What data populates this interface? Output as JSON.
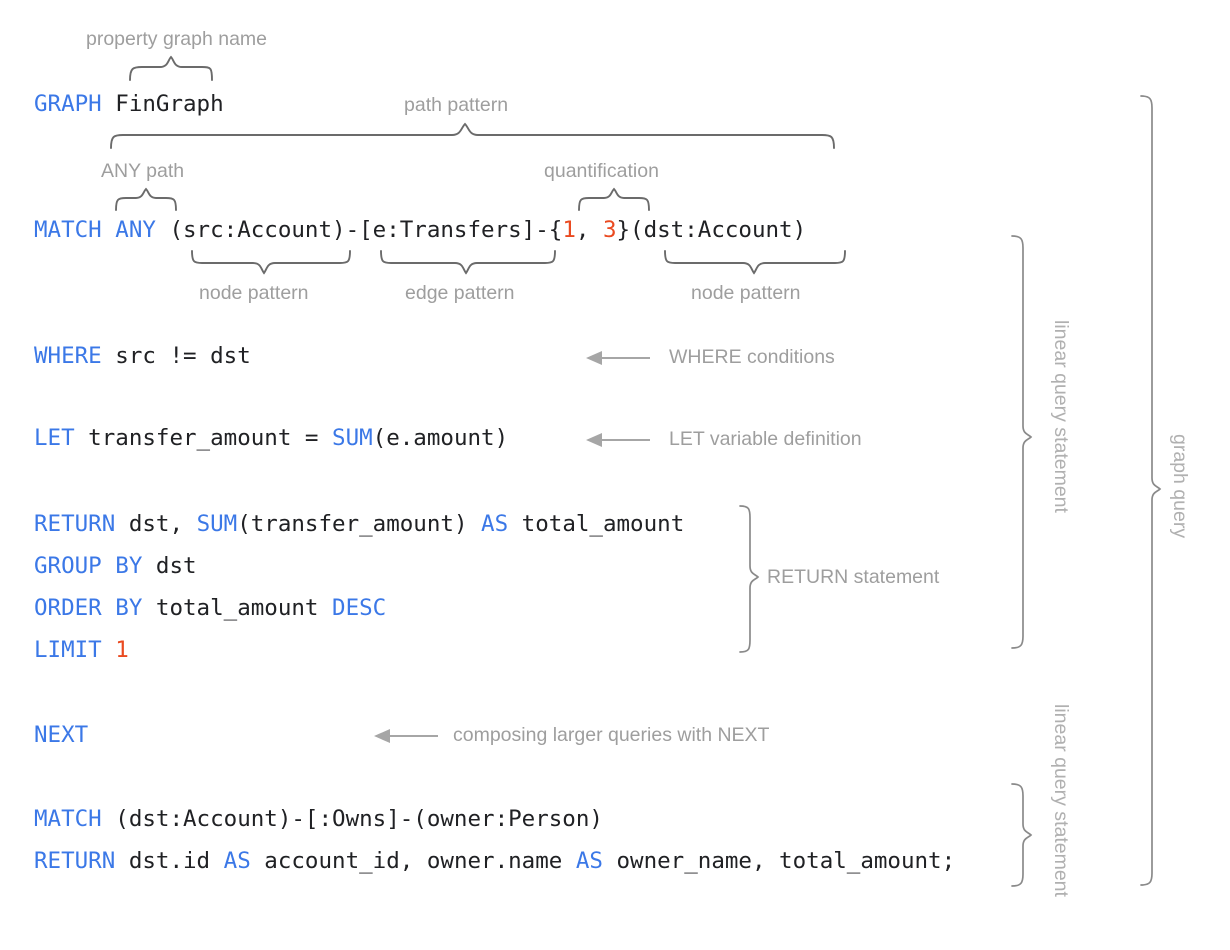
{
  "meta": {
    "title": "GQL graph query anatomy diagram",
    "colors": {
      "keyword": "#3b78e7",
      "literal": "#ea4a20",
      "identifier": "#202124",
      "annotation": "#9e9e9e",
      "brace": "#6b6b6b",
      "background": "#ffffff"
    }
  },
  "code": {
    "lines": [
      {
        "id": "graph-line",
        "tokens": [
          {
            "t": "GRAPH",
            "k": "kw"
          },
          {
            "t": " FinGraph",
            "k": "pl"
          }
        ]
      },
      {
        "id": "match-line",
        "tokens": [
          {
            "t": "MATCH",
            "k": "kw"
          },
          {
            "t": " ",
            "k": "pl"
          },
          {
            "t": "ANY",
            "k": "kw"
          },
          {
            "t": " (src:Account)-[e:Transfers]-{",
            "k": "pl"
          },
          {
            "t": "1",
            "k": "num"
          },
          {
            "t": ", ",
            "k": "pl"
          },
          {
            "t": "3",
            "k": "num"
          },
          {
            "t": "}(dst:Account)",
            "k": "pl"
          }
        ]
      },
      {
        "id": "where-line",
        "tokens": [
          {
            "t": "WHERE",
            "k": "kw"
          },
          {
            "t": " src != dst",
            "k": "pl"
          }
        ]
      },
      {
        "id": "let-line",
        "tokens": [
          {
            "t": "LET",
            "k": "kw"
          },
          {
            "t": " transfer_amount = ",
            "k": "pl"
          },
          {
            "t": "SUM",
            "k": "kw"
          },
          {
            "t": "(e.amount)",
            "k": "pl"
          }
        ]
      },
      {
        "id": "return-line",
        "tokens": [
          {
            "t": "RETURN",
            "k": "kw"
          },
          {
            "t": " dst, ",
            "k": "pl"
          },
          {
            "t": "SUM",
            "k": "kw"
          },
          {
            "t": "(transfer_amount) ",
            "k": "pl"
          },
          {
            "t": "AS",
            "k": "kw"
          },
          {
            "t": " total_amount",
            "k": "pl"
          }
        ]
      },
      {
        "id": "group-line",
        "tokens": [
          {
            "t": "GROUP BY",
            "k": "kw"
          },
          {
            "t": " dst",
            "k": "pl"
          }
        ]
      },
      {
        "id": "order-line",
        "tokens": [
          {
            "t": "ORDER BY",
            "k": "kw"
          },
          {
            "t": " total_amount ",
            "k": "pl"
          },
          {
            "t": "DESC",
            "k": "kw"
          }
        ]
      },
      {
        "id": "limit-line",
        "tokens": [
          {
            "t": "LIMIT",
            "k": "kw"
          },
          {
            "t": " ",
            "k": "pl"
          },
          {
            "t": "1",
            "k": "num"
          }
        ]
      },
      {
        "id": "next-line",
        "tokens": [
          {
            "t": "NEXT",
            "k": "kw"
          }
        ]
      },
      {
        "id": "match2-line",
        "tokens": [
          {
            "t": "MATCH",
            "k": "kw"
          },
          {
            "t": " (dst:Account)-[:Owns]-(owner:Person)",
            "k": "pl"
          }
        ]
      },
      {
        "id": "return2-line",
        "tokens": [
          {
            "t": "RETURN",
            "k": "kw"
          },
          {
            "t": " dst.id ",
            "k": "pl"
          },
          {
            "t": "AS",
            "k": "kw"
          },
          {
            "t": " account_id, owner.name ",
            "k": "pl"
          },
          {
            "t": "AS",
            "k": "kw"
          },
          {
            "t": " owner_name, total_amount;",
            "k": "pl"
          }
        ]
      }
    ]
  },
  "annotations": {
    "property_graph_name": "property graph name",
    "path_pattern": "path pattern",
    "any_path": "ANY path",
    "quantification": "quantification",
    "node_pattern_src": "node pattern",
    "edge_pattern": "edge pattern",
    "node_pattern_dst": "node pattern",
    "where_conditions": "WHERE conditions",
    "let_variable_definition": "LET variable definition",
    "return_statement": "RETURN statement",
    "composing_with_next": "composing larger queries with NEXT",
    "linear_query_statement_1": "linear query statement",
    "linear_query_statement_2": "linear query statement",
    "graph_query": "graph query"
  }
}
